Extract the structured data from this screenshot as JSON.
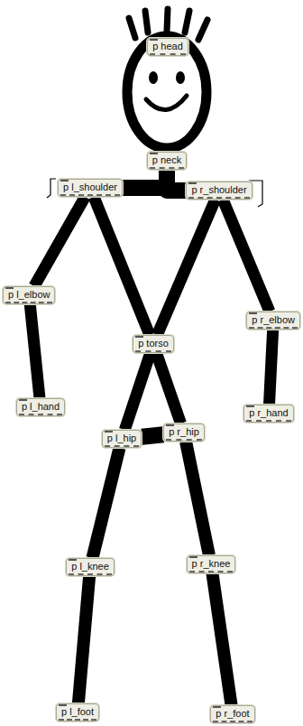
{
  "diagram": {
    "nodes": [
      {
        "text": [
          "p head"
        ]
      },
      {
        "text": [
          "p neck"
        ]
      },
      {
        "text": [
          "p l_shoulder"
        ]
      },
      {
        "text": [
          "p r_shoulder"
        ]
      },
      {
        "text": [
          "p l_elbow"
        ]
      },
      {
        "text": [
          "p r_elbow"
        ]
      },
      {
        "text": [
          "p torso"
        ]
      },
      {
        "text": [
          "p l_hand"
        ]
      },
      {
        "text": [
          "p r_hand"
        ]
      },
      {
        "text": [
          "p l_hip"
        ]
      },
      {
        "text": [
          "p r_hip"
        ]
      },
      {
        "text": [
          "p l_knee"
        ]
      },
      {
        "text": [
          "p r_knee"
        ]
      },
      {
        "text": [
          "p l_foot"
        ]
      },
      {
        "text": [
          "p r_foot"
        ]
      }
    ],
    "edges": [
      {
        "from": 1,
        "to": 2,
        "arrow": "none"
      },
      {
        "from": 1,
        "to": 3,
        "arrow": "none"
      },
      {
        "from": 2,
        "to": 4,
        "arrow": "none"
      },
      {
        "from": 4,
        "to": 7,
        "arrow": "none"
      },
      {
        "from": 3,
        "to": 5,
        "arrow": "none"
      },
      {
        "from": 5,
        "to": 8,
        "arrow": "none"
      },
      {
        "from": 2,
        "to": 6,
        "arrow": "none"
      },
      {
        "from": 3,
        "to": 6,
        "arrow": "none"
      },
      {
        "from": 6,
        "to": 9,
        "arrow": "none"
      },
      {
        "from": 6,
        "to": 10,
        "arrow": "none"
      },
      {
        "from": 9,
        "to": 10,
        "arrow": "none"
      },
      {
        "from": 9,
        "to": 11,
        "arrow": "none"
      },
      {
        "from": 11,
        "to": 13,
        "arrow": "none"
      },
      {
        "from": 10,
        "to": 12,
        "arrow": "none"
      },
      {
        "from": 12,
        "to": 14,
        "arrow": "none"
      }
    ]
  }
}
